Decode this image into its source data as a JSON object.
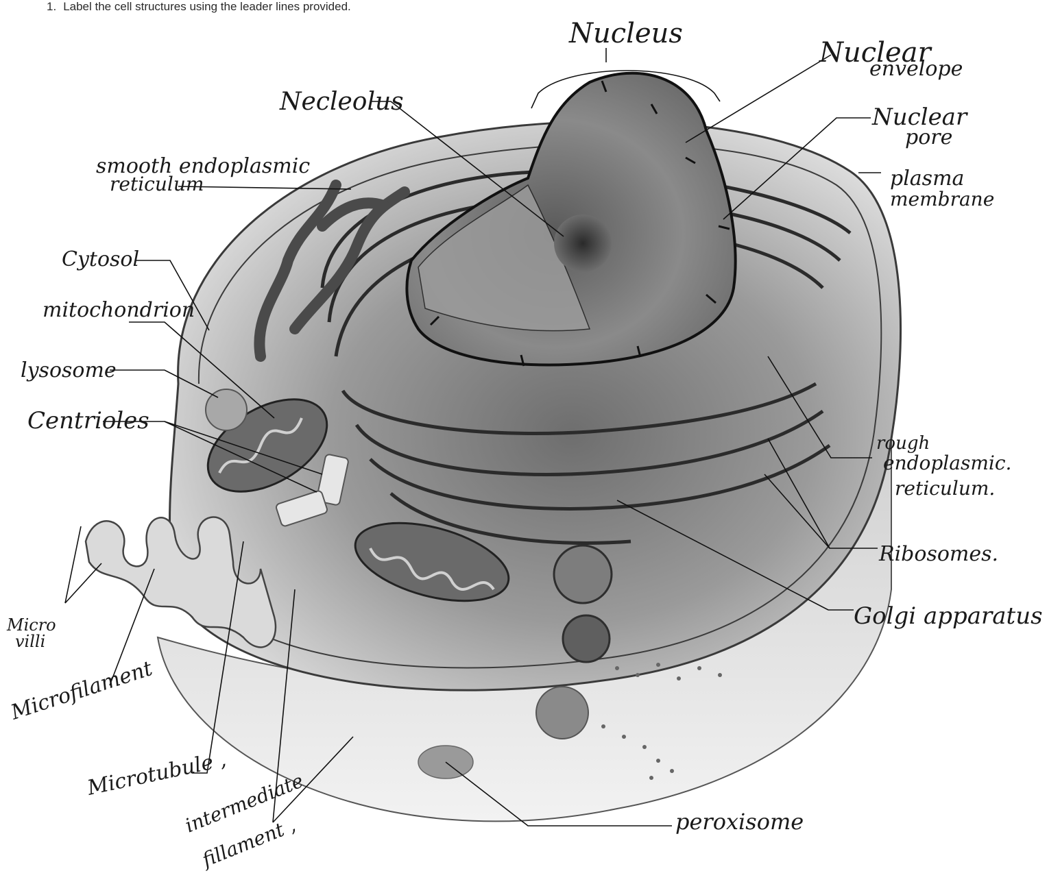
{
  "instruction": {
    "number": "1.",
    "text": "Label the cell structures using the leader lines provided."
  },
  "labels": {
    "nucleus": "Nucleus",
    "nuclear_envelope_line1": "Nuclear",
    "nuclear_envelope_line2": "envelope",
    "nucleolus": "Necleolus",
    "nuclear_pore_line1": "Nuclear",
    "nuclear_pore_line2": "pore",
    "smooth_er_line1": "smooth endoplasmic",
    "smooth_er_line2": "reticulum",
    "plasma_membrane_line1": "plasma",
    "plasma_membrane_line2": "membrane",
    "cytosol": "Cytosol",
    "mitochondrion": "mitochondrion",
    "lysosome": "lysosome",
    "centrioles": "Centrioles",
    "rough_er_line1": "rough",
    "rough_er_line2": "endoplasmic.",
    "rough_er_line3": "reticulum.",
    "ribosomes": "Ribosomes.",
    "golgi": "Golgi apparatus",
    "microvilli_line1": "Micro",
    "microvilli_line2": "villi",
    "microfilament": "Microfilament",
    "microtubule": "Microtubule ,",
    "intermediate_line1": "intermediate",
    "intermediate_line2": "fillament ,",
    "peroxisome": "peroxisome"
  }
}
